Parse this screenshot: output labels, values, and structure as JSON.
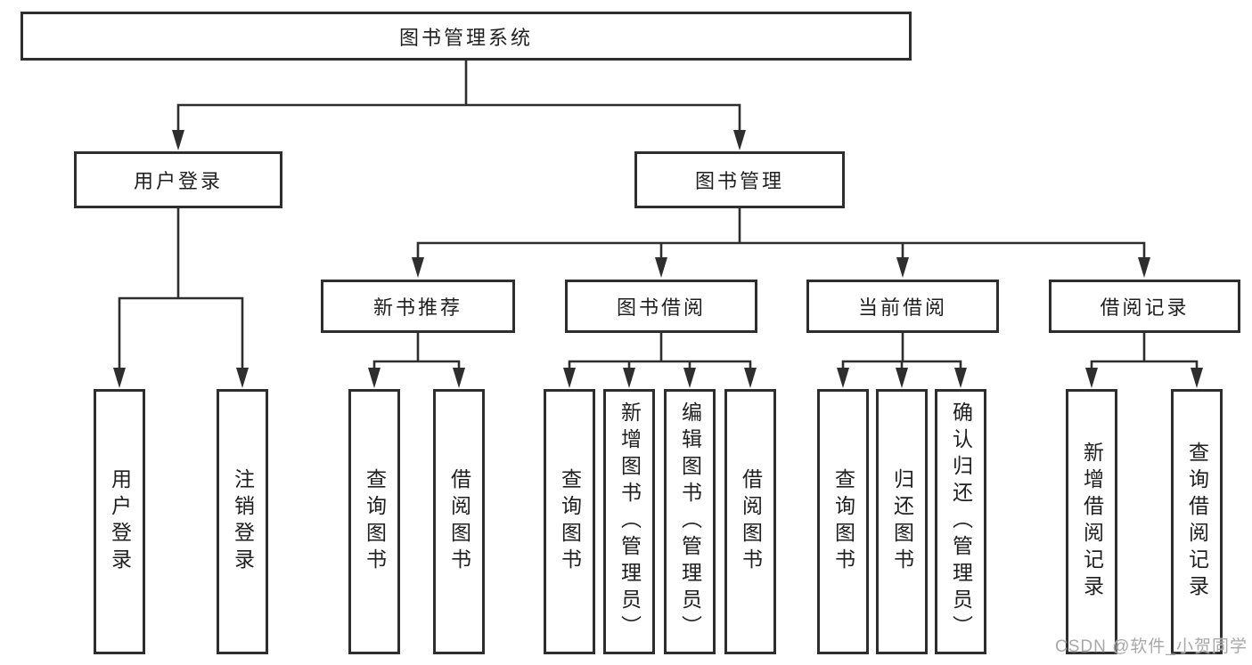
{
  "watermark": "CSDN @软件_小贺同学",
  "colors": {
    "line": "#2e2e2e",
    "text": "#1f1f1f",
    "watermark": "#a8a8a8",
    "background": "#ffffff"
  },
  "tree": {
    "root": {
      "label": "图书管理系统",
      "children": [
        {
          "label": "用户登录",
          "children": [
            {
              "label": "用户登录"
            },
            {
              "label": "注销登录"
            }
          ]
        },
        {
          "label": "图书管理",
          "children": [
            {
              "label": "新书推荐",
              "children": [
                {
                  "label": "查询图书"
                },
                {
                  "label": "借阅图书"
                }
              ]
            },
            {
              "label": "图书借阅",
              "children": [
                {
                  "label": "查询图书"
                },
                {
                  "label": "新增图书（管理员）"
                },
                {
                  "label": "编辑图书（管理员）"
                },
                {
                  "label": "借阅图书"
                }
              ]
            },
            {
              "label": "当前借阅",
              "children": [
                {
                  "label": "查询图书"
                },
                {
                  "label": "归还图书"
                },
                {
                  "label": "确认归还（管理员）"
                }
              ]
            },
            {
              "label": "借阅记录",
              "children": [
                {
                  "label": "新增借阅记录"
                },
                {
                  "label": "查询借阅记录"
                }
              ]
            }
          ]
        }
      ]
    }
  }
}
